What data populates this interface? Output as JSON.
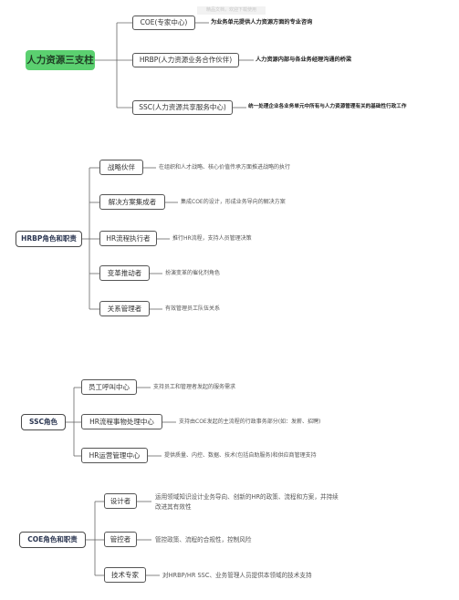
{
  "watermark": "精品文档，欢迎下载使用",
  "sections": [
    {
      "root": "人力资源三支柱",
      "children": [
        {
          "label": "COE(专家中心)",
          "desc": "为业务单元提供人力资源方面的专业咨询"
        },
        {
          "label": "HRBP(人力资源业务合作伙伴)",
          "desc": "人力资源内部与各业务经理沟通的桥梁"
        },
        {
          "label": "SSC(人力资源共享服务中心)",
          "desc": "统一处理企业各业务单元中所有与人力资源管理有关的基础性行政工作"
        }
      ]
    },
    {
      "root": "HRBP角色和职责",
      "children": [
        {
          "label": "战略伙伴",
          "desc": "在组织和人才战略、核心价值传承方面推进战略的执行"
        },
        {
          "label": "解决方案集成者",
          "desc": "集成COE的设计，形成业务导向的解决方案"
        },
        {
          "label": "HR流程执行者",
          "desc": "推行HR流程，支持人员管理决策"
        },
        {
          "label": "变革推动者",
          "desc": "扮演变革的催化剂角色"
        },
        {
          "label": "关系管理者",
          "desc": "有效管理员工队伍关系"
        }
      ]
    },
    {
      "root": "SSC角色",
      "children": [
        {
          "label": "员工呼叫中心",
          "desc": "支持员工和管理者发起的服务需求"
        },
        {
          "label": "HR流程事物处理中心",
          "desc": "支持由COE发起的主流程的行政事务部分(如：发薪、招聘)"
        },
        {
          "label": "HR运营管理中心",
          "desc": "提供质量、内控、数据、技术(包括自助服务)和供应商管理支持"
        }
      ]
    },
    {
      "root": "COE角色和职责",
      "children": [
        {
          "label": "设计者",
          "desc": "运用领域知识设计业务导向、创新的HR的政策、流程和方案，并持续改进其有效性"
        },
        {
          "label": "管控者",
          "desc": "管控政策、流程的合规性，控制风险"
        },
        {
          "label": "技术专家",
          "desc": "对HRBP/HR SSC、业务管理人员提供本领域的技术支持"
        }
      ]
    }
  ]
}
